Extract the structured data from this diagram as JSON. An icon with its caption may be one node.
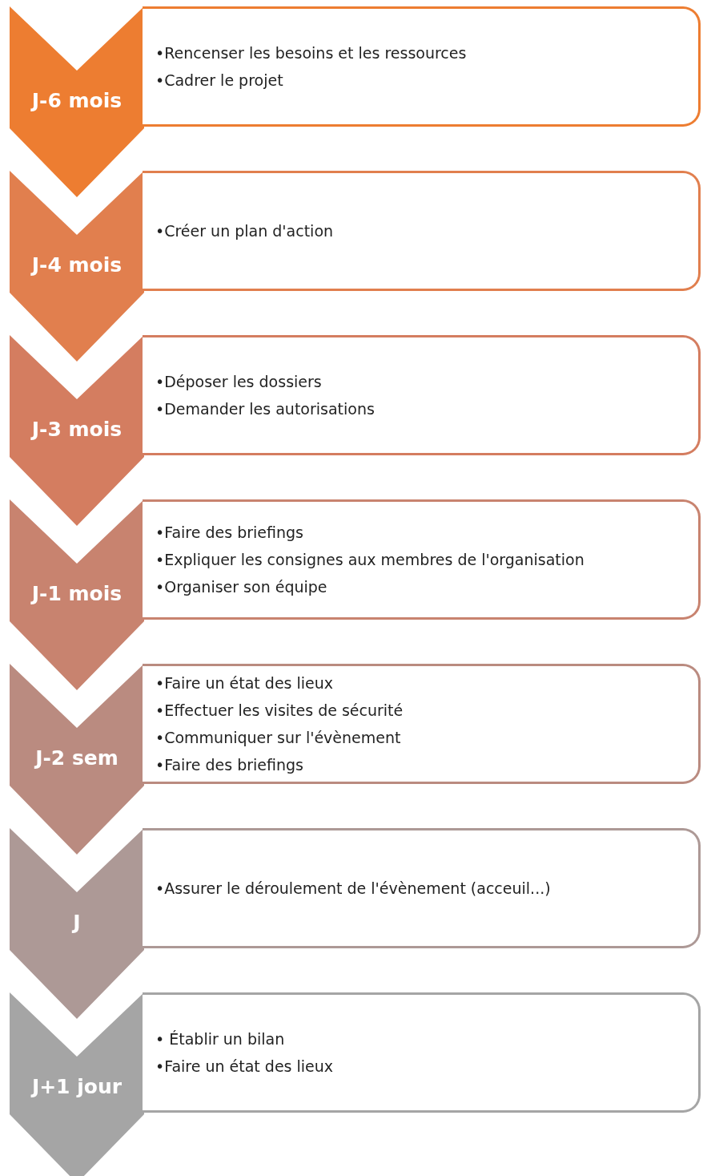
{
  "diagram": {
    "nodes": [
      {
        "text": [
          "J-6 mois"
        ]
      },
      {
        "text": [
          "•Rencenser les besoins et les ressources",
          "•Cadrer le projet"
        ]
      },
      {
        "text": [
          "J-4 mois"
        ]
      },
      {
        "text": [
          "•Créer un plan d'action"
        ]
      },
      {
        "text": [
          "J-3 mois"
        ]
      },
      {
        "text": [
          "•Déposer les dossiers",
          "•Demander les autorisations"
        ]
      },
      {
        "text": [
          "J-1 mois"
        ]
      },
      {
        "text": [
          "•Faire des briefings",
          "•Expliquer les consignes aux membres de l'organisation",
          "•Organiser son équipe"
        ]
      },
      {
        "text": [
          "J-2 sem"
        ]
      },
      {
        "text": [
          "•Faire un état des lieux",
          "•Effectuer les visites de sécurité",
          "•Communiquer sur l'évènement",
          "•Faire des briefings"
        ]
      },
      {
        "text": [
          "J"
        ]
      },
      {
        "text": [
          "•Assurer le déroulement de l'évènement (acceuil...)"
        ]
      },
      {
        "text": [
          "J+1 jour"
        ]
      },
      {
        "text": [
          "• Établir un bilan",
          "•Faire un état des lieux"
        ]
      }
    ]
  }
}
